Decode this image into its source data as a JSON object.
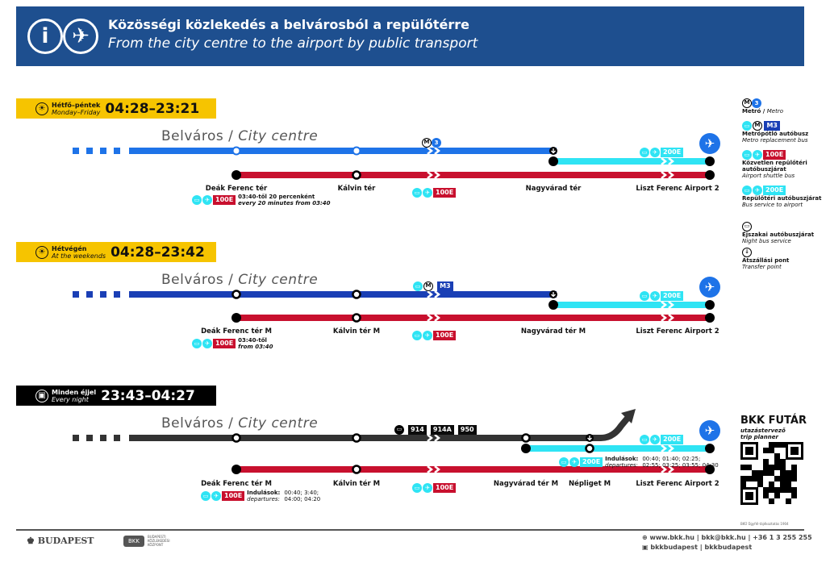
{
  "header": {
    "title": "Közösségi közlekedés a belvárosból a repülőtérre",
    "subtitle": "From the city centre to the airport by public transport",
    "info_icon": "info-icon",
    "plane_icon": "airplane-icon"
  },
  "city_label": {
    "hu": "Belváros /",
    "en": "City centre"
  },
  "colors": {
    "header": "#1e4f8f",
    "metro": "#1e73e8",
    "metro_replacement": "#1a3fb5",
    "shuttle": "#c8102e",
    "bus200": "#2fe4f4",
    "night": "#333333",
    "weekday_bar": "#f6c400"
  },
  "sections": [
    {
      "day_hu": "Hétfő–péntek",
      "day_en": "Monday–Friday",
      "time": "04:28–23:21",
      "line_badge": "3",
      "stations": [
        "Deák Ferenc tér",
        "Kálvin tér",
        "Nagyvárad tér",
        "Liszt Ferenc Airport 2"
      ],
      "note_hu": "03:40-től 20 percenként",
      "note_en": "every 20 minutes from 03:40"
    },
    {
      "day_hu": "Hétvégén",
      "day_en": "At the weekends",
      "time": "04:28–23:42",
      "line_badge": "M3",
      "stations": [
        "Deák Ferenc tér M",
        "Kálvin tér M",
        "Nagyvárad tér M",
        "Liszt Ferenc Airport 2"
      ],
      "note_hu": "03:40-től",
      "note_en": "from 03:40"
    },
    {
      "day_hu": "Minden éjjel",
      "day_en": "Every night",
      "time": "23:43–04:27",
      "night_routes": [
        "914",
        "914A",
        "950"
      ],
      "stations": [
        "Deák Ferenc tér M",
        "Kálvin tér M",
        "Nagyvárad tér M",
        "Népliget M",
        "Liszt Ferenc Airport 2"
      ],
      "dep_label_hu": "Indulások:",
      "dep_label_en": "departures:",
      "dep_100e_1": "00:40; 3:40;",
      "dep_100e_2": "04:00; 04:20",
      "dep_200e_1": "00:40; 01:40; 02:25;",
      "dep_200e_2": "02:55; 03:25; 03:55; 04:30"
    }
  ],
  "routes": {
    "r100": "100E",
    "r200": "200E",
    "m3": "M3",
    "m": "M",
    "three": "3"
  },
  "legend": [
    {
      "hu": "Metró /",
      "en": "Metro"
    },
    {
      "hu": "Metrópótló autóbusz",
      "en": "Metro replacement bus"
    },
    {
      "hu": "Közvetlen repülőtéri autóbuszjárat",
      "en": "Airport shuttle bus"
    },
    {
      "hu": "Repülőtéri autóbuszjárat",
      "en": "Bus service to airport"
    },
    {
      "hu": "Éjszakai autóbuszjárat",
      "en": "Night bus service"
    },
    {
      "hu": "Átszállási pont",
      "en": "Transfer point"
    }
  ],
  "futar": {
    "title": "BKK FUTÁR",
    "hu": "utazástervező",
    "en": "trip planner"
  },
  "print_code": "BKÜ Ügyfél-tájékoztatás 1904",
  "footer": {
    "budapest": "BUDAPEST",
    "bkk": "BKK",
    "bkk_full": "BUDAPESTI KÖZLEKEDÉSI KÖZPONT",
    "contact": "www.bkk.hu | bkk@bkk.hu | +36 1 3 255 255",
    "social": "bkkbudapest | bkkbudapest"
  }
}
